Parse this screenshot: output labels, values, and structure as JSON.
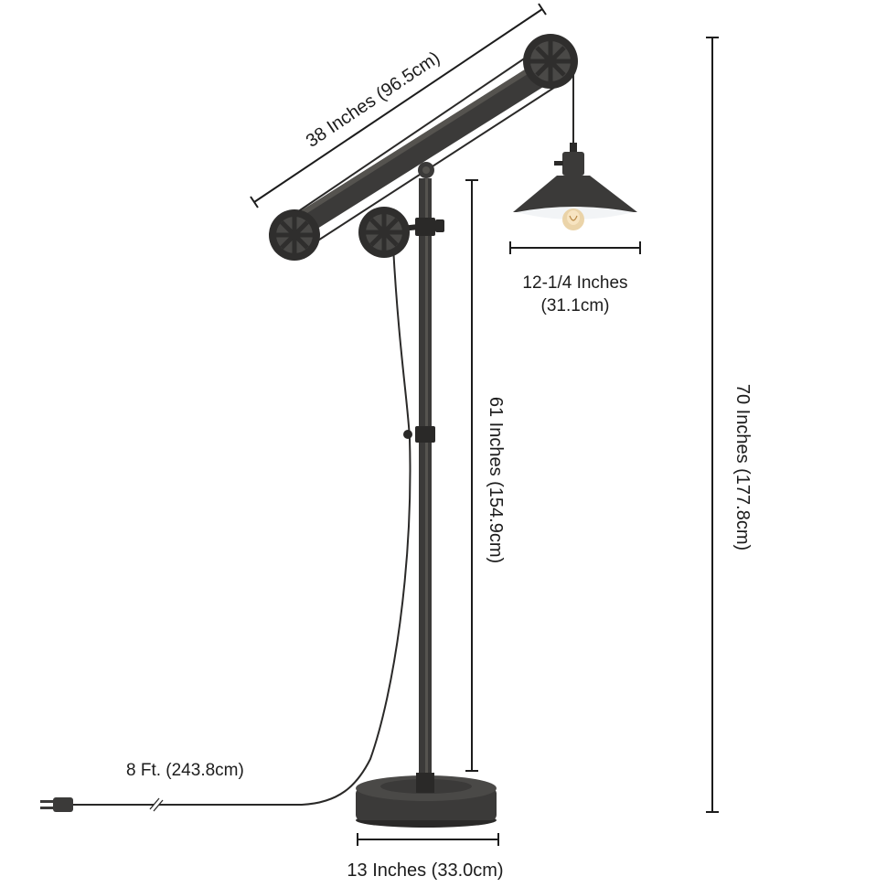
{
  "dimensions": {
    "arm_length": "38 Inches (96.5cm)",
    "shade_width_line1": "12-1/4 Inches",
    "shade_width_line2": "(31.1cm)",
    "pole_height": "61 Inches (154.9cm)",
    "total_height": "70 Inches (177.8cm)",
    "cord_length": "8 Ft. (243.8cm)",
    "base_width": "13 Inches (33.0cm)"
  },
  "colors": {
    "lamp_metal": "#3b3a39",
    "lamp_dark": "#2a2928",
    "shade_inner": "#f2f4f6",
    "dimension_line": "#1c1c1c",
    "text": "#1c1c1c",
    "background": "#ffffff"
  }
}
